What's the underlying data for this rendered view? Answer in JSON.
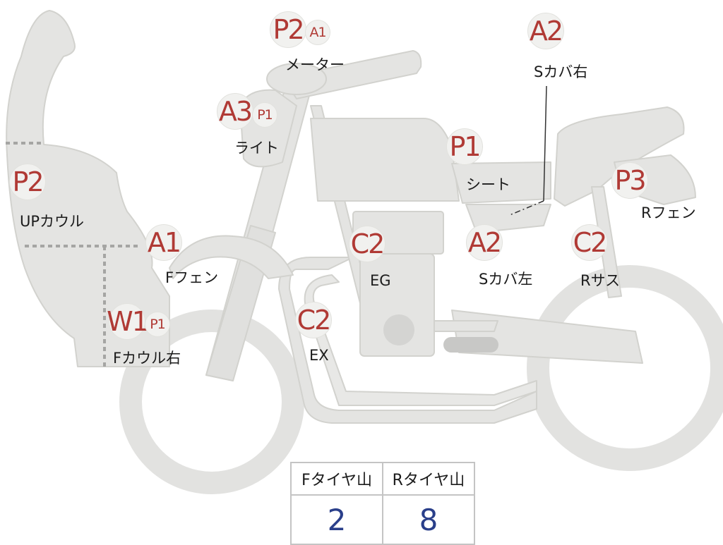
{
  "callouts": {
    "meter": {
      "codes": [
        "P2",
        "A1"
      ],
      "label": "メーター"
    },
    "side_cover_r": {
      "codes": [
        "A2"
      ],
      "label": "Sカバ右"
    },
    "light": {
      "codes": [
        "A3",
        "P1"
      ],
      "label": "ライト"
    },
    "seat": {
      "codes": [
        "P1"
      ],
      "label": "シート"
    },
    "upper_cowl": {
      "codes": [
        "P2"
      ],
      "label": "UPカウル"
    },
    "r_fender": {
      "codes": [
        "P3"
      ],
      "label": "Rフェン"
    },
    "f_fender": {
      "codes": [
        "A1"
      ],
      "label": "Fフェン"
    },
    "engine": {
      "codes": [
        "C2"
      ],
      "label": "EG"
    },
    "side_cover_l": {
      "codes": [
        "A2"
      ],
      "label": "Sカバ左"
    },
    "r_suspension": {
      "codes": [
        "C2"
      ],
      "label": "Rサス"
    },
    "f_cowl_r": {
      "codes": [
        "W1",
        "P1"
      ],
      "label": "Fカウル右"
    },
    "exhaust": {
      "codes": [
        "C2"
      ],
      "label": "EX"
    }
  },
  "tire_table": {
    "headers": [
      "Fタイヤ山",
      "Rタイヤ山"
    ],
    "values": [
      "2",
      "8"
    ]
  },
  "colors": {
    "body_fill": "#e4e4e2",
    "body_stroke": "#d0d0cc",
    "code_text": "#b03a35",
    "value_text": "#2a3f8a"
  }
}
